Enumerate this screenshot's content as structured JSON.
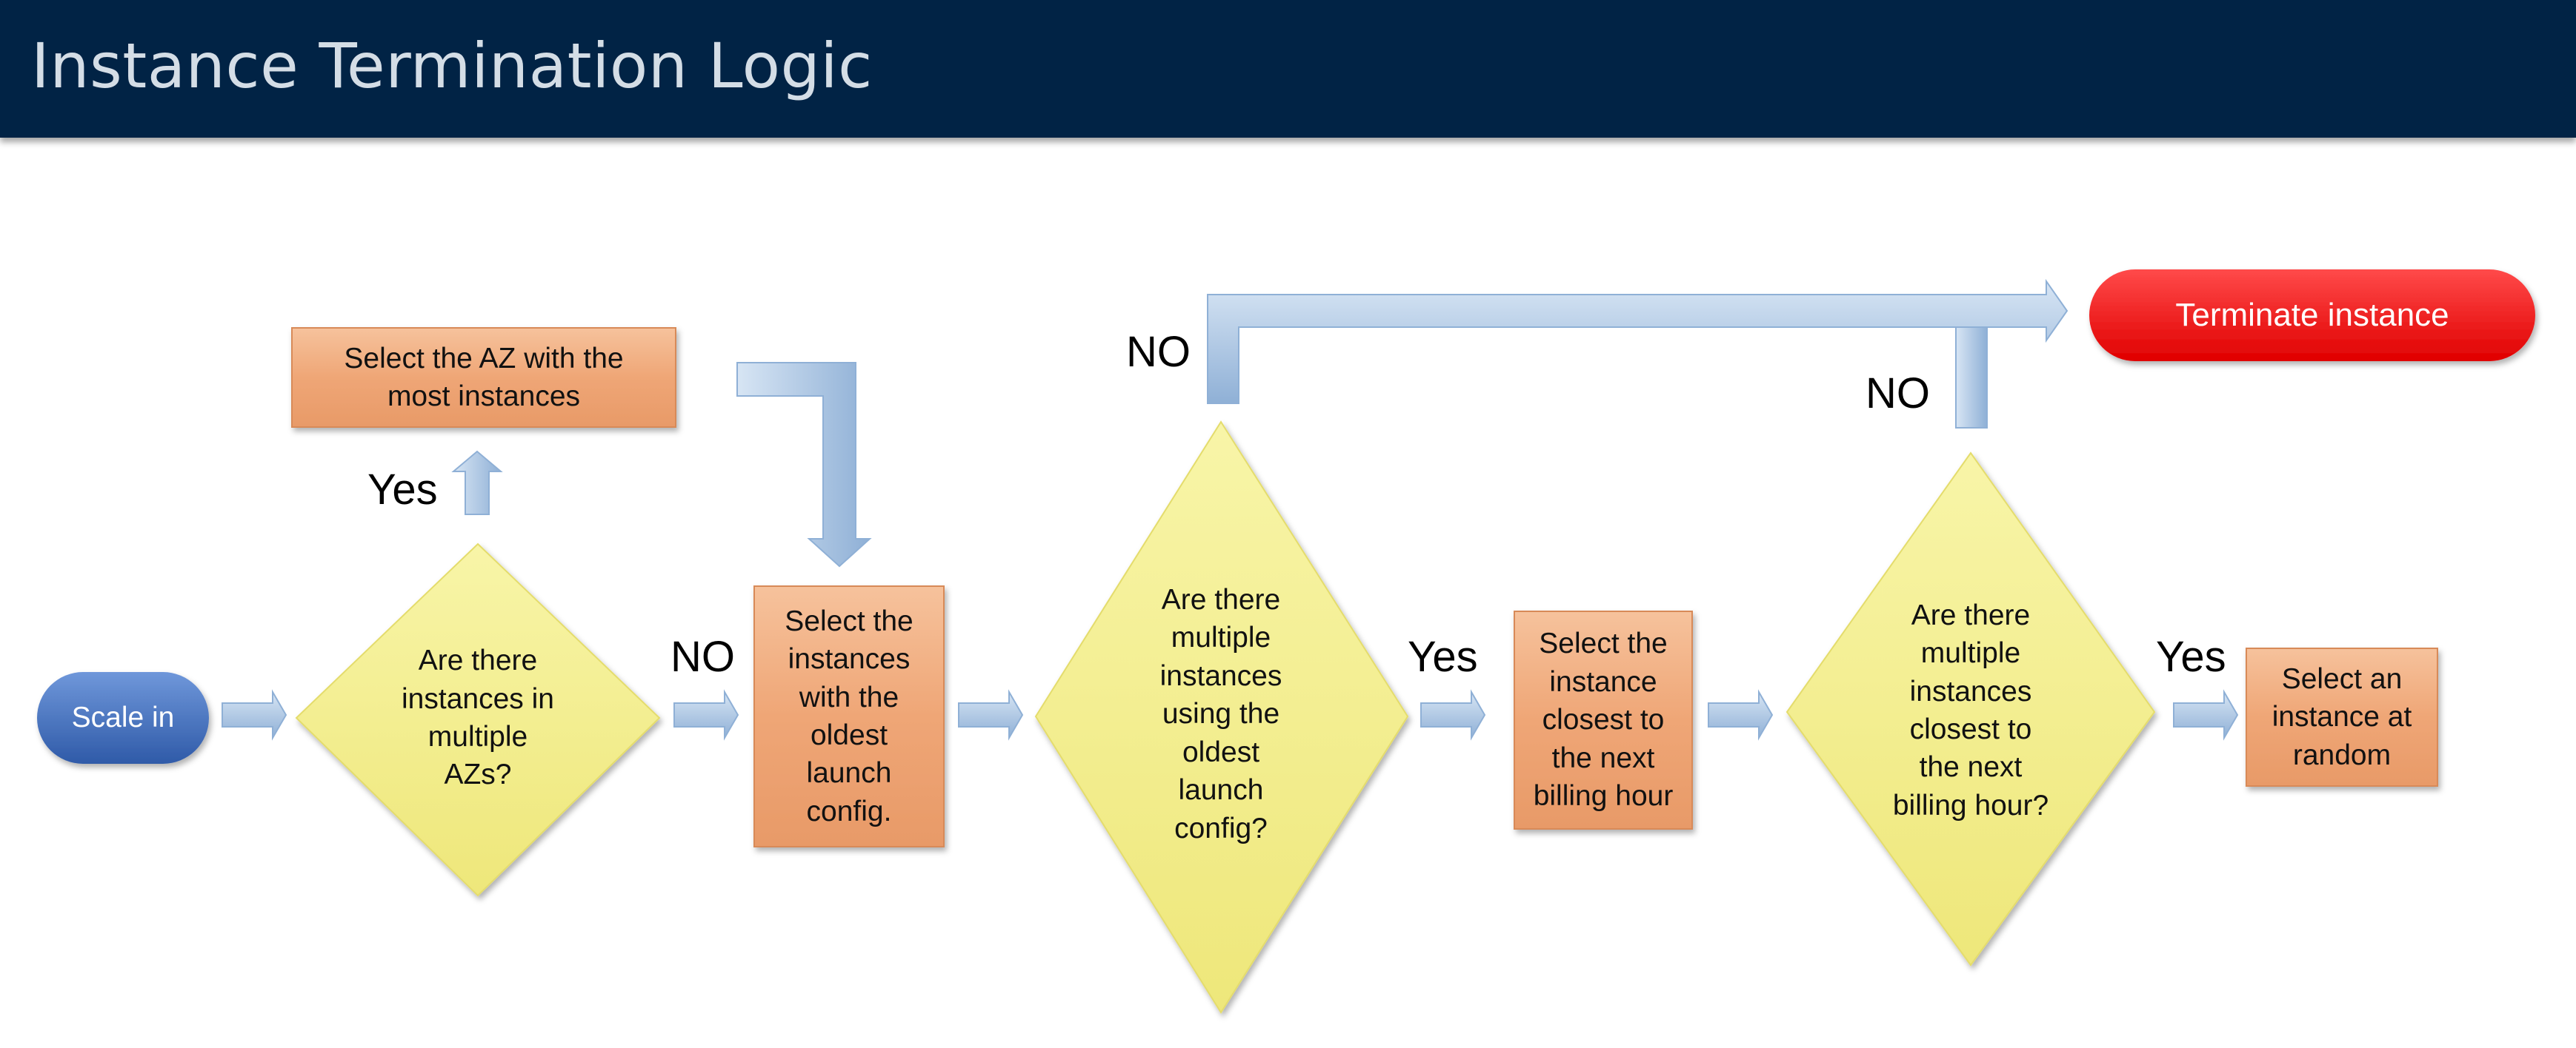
{
  "title": "Instance Termination Logic",
  "nodes": {
    "scale_in": "Scale in",
    "multiple_azs": "Are there\ninstances in\nmultiple\nAZs?",
    "select_az": "Select the AZ with the\nmost instances",
    "oldest_config": "Select the\ninstances\nwith the\noldest\nlaunch\nconfig.",
    "multiple_oldest": "Are there\nmultiple\ninstances\nusing the\noldest\nlaunch\nconfig?",
    "closest_billing": "Select the\ninstance\nclosest to\nthe next\nbilling hour",
    "multiple_closest": "Are there\nmultiple\ninstances\nclosest to\nthe next\nbilling hour?",
    "random": "Select an\ninstance at\nrandom",
    "terminate": "Terminate instance"
  },
  "edge_labels": {
    "yes_az": "Yes",
    "no_az": "NO",
    "no_oldest": "NO",
    "yes_oldest": "Yes",
    "no_billing": "NO",
    "yes_billing": "Yes"
  },
  "colors": {
    "header": "#012345",
    "decision": "#f2ee8c",
    "process": "#f0a878",
    "start": "#3f6fc0",
    "terminate": "#ee1111",
    "arrow": "#a9c3e0"
  }
}
